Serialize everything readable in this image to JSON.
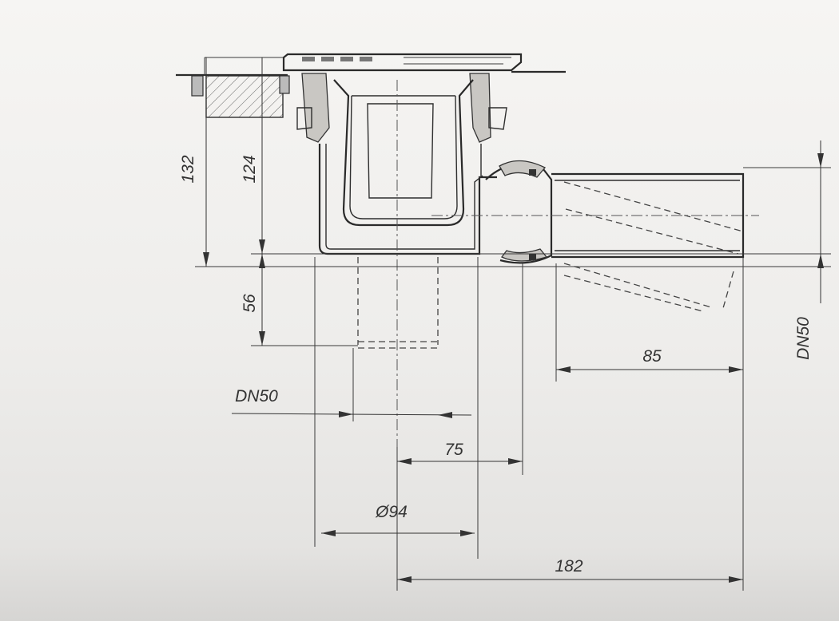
{
  "dimensions": {
    "d132": "132",
    "d124": "124",
    "d56": "56",
    "dn50_left": "DN50",
    "dn50_right": "DN50",
    "d85": "85",
    "d75": "75",
    "d94": "Ø94",
    "d182": "182"
  },
  "colors": {
    "line": "#2e2e2e",
    "paper": "#f3f2f0",
    "hatch": "#c9c7c3"
  }
}
